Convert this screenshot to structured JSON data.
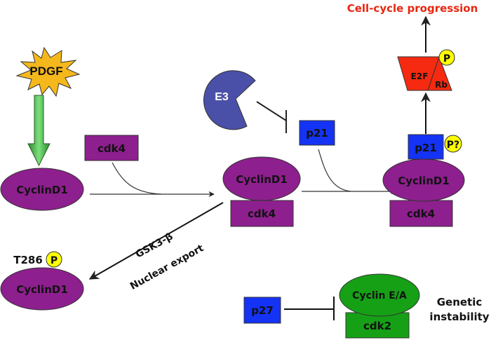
{
  "title": "Cell-cycle progression",
  "colors": {
    "cyclin": "#8e1f8e",
    "p21": "#1433f5",
    "e2f": "#f52a10",
    "phospho": "#ffff00",
    "cdk2_cyclinEA": "#16a016",
    "e3": "#4a50a8",
    "pdgf": "#f5b81c",
    "title": "#e8260f"
  },
  "nodes": {
    "pdgf": "PDGF",
    "e3": "E3",
    "p21_free": "p21",
    "cdk4_free": "cdk4",
    "cyclinD1_left": "CyclinD1",
    "cyclinD1_mid": "CyclinD1",
    "cdk4_mid": "cdk4",
    "cyclinD1_right": "CyclinD1",
    "cdk4_right": "cdk4",
    "p21_bound": "p21",
    "p21_phospho": "P?",
    "e2f": "E2F",
    "rb": "Rb",
    "rb_phospho": "P",
    "t286": "T286",
    "t286_phospho": "P",
    "cyclinD1_export": "CyclinD1",
    "p27": "p27",
    "cyclinEA": "Cyclin E/A",
    "cdk2": "cdk2"
  },
  "edge_labels": {
    "gsk3b": "GSK3-β",
    "nuclear_export": "Nuclear export",
    "genetic_instability_1": "Genetic",
    "genetic_instability_2": "instability"
  }
}
